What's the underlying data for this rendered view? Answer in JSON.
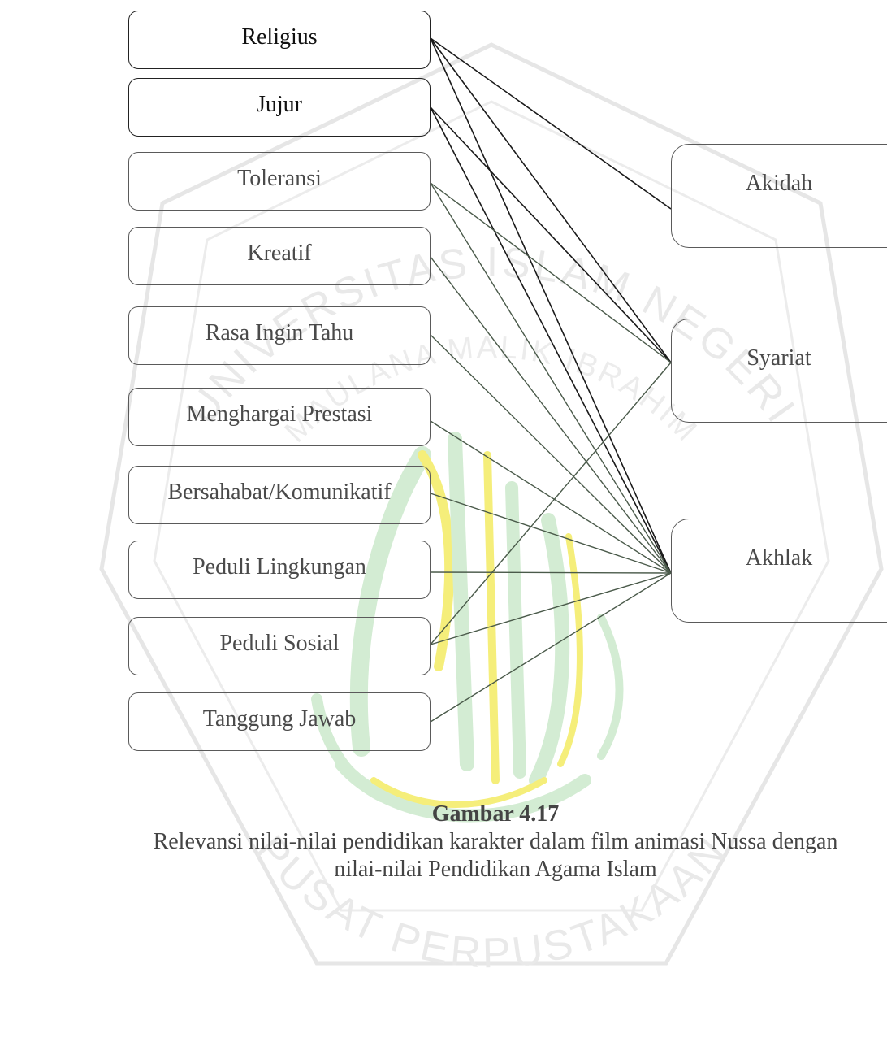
{
  "left_nodes": [
    "Religius",
    "Jujur",
    "Toleransi",
    "Kreatif",
    "Rasa Ingin Tahu",
    "Menghargai Prestasi",
    "Bersahabat/Komunikatif",
    "Peduli Lingkungan",
    "Peduli Sosial",
    "Tanggung Jawab"
  ],
  "right_nodes": [
    "Akidah",
    "Syariat",
    "Akhlak"
  ],
  "edges": [
    {
      "from": "Religius",
      "to": "Akidah"
    },
    {
      "from": "Religius",
      "to": "Syariat"
    },
    {
      "from": "Religius",
      "to": "Akhlak"
    },
    {
      "from": "Jujur",
      "to": "Syariat"
    },
    {
      "from": "Jujur",
      "to": "Akhlak"
    },
    {
      "from": "Toleransi",
      "to": "Syariat"
    },
    {
      "from": "Toleransi",
      "to": "Akhlak"
    },
    {
      "from": "Kreatif",
      "to": "Akhlak"
    },
    {
      "from": "Rasa Ingin Tahu",
      "to": "Akhlak"
    },
    {
      "from": "Menghargai Prestasi",
      "to": "Akhlak"
    },
    {
      "from": "Bersahabat/Komunikatif",
      "to": "Akhlak"
    },
    {
      "from": "Peduli Lingkungan",
      "to": "Akhlak"
    },
    {
      "from": "Peduli Sosial",
      "to": "Syariat"
    },
    {
      "from": "Peduli Sosial",
      "to": "Akhlak"
    },
    {
      "from": "Tanggung Jawab",
      "to": "Akhlak"
    }
  ],
  "caption": {
    "number": "Gambar 4.17",
    "text": "Relevansi nilai-nilai pendidikan karakter dalam film animasi Nussa dengan nilai-nilai Pendidikan Agama Islam"
  },
  "watermark": {
    "top_text": "UNIVERSITAS ISLAM NEGERI",
    "middle_text": "MAULANA MALIK IBRAHIM",
    "bottom_text": "PUSAT PERPUSTAKAAN",
    "outline_color": "#e6e6e6",
    "text_color": "#e9e9e9",
    "calligraphy_green": "#d3ecd3",
    "calligraphy_yellow": "#f5ee7a"
  }
}
